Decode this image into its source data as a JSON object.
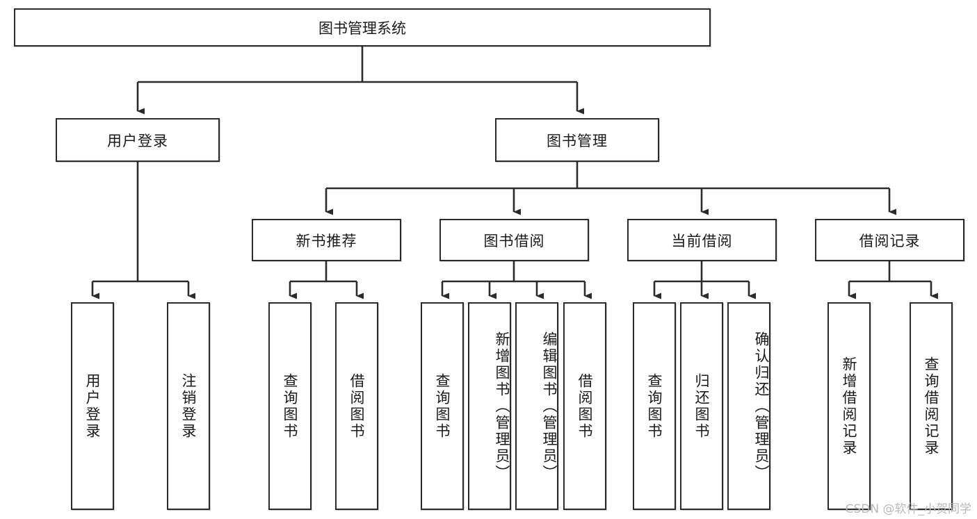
{
  "diagram": {
    "title": "图书管理系统",
    "type": "tree-hierarchy-diagram",
    "colors": {
      "box_border": "#2b2b2b",
      "box_fill": "#ffffff",
      "edge": "#2b2b2b",
      "background": "#ffffff",
      "watermark": "#b9b9b9"
    },
    "nodes": {
      "root": "图书管理系统",
      "user_login": "用户登录",
      "book_manage": "图书管理",
      "new_book_rec": "新书推荐",
      "book_borrow": "图书借阅",
      "current_borrow": "当前借阅",
      "borrow_record": "借阅记录",
      "leaf_user_login": "用户登录",
      "leaf_logout": "注销登录",
      "leaf_query_book_1": "查询图书",
      "leaf_borrow_book_1": "借阅图书",
      "leaf_query_book_2": "查询图书",
      "leaf_add_book_admin": "新增图书（管理员）",
      "leaf_edit_book_admin": "编辑图书（管理员）",
      "leaf_borrow_book_2": "借阅图书",
      "leaf_query_book_3": "查询图书",
      "leaf_return_book": "归还图书",
      "leaf_confirm_return_admin": "确认归还（管理员）",
      "leaf_add_record": "新增借阅记录",
      "leaf_query_record": "查询借阅记录"
    }
  },
  "watermark": {
    "text": "CSDN @软件_小贺同学"
  }
}
